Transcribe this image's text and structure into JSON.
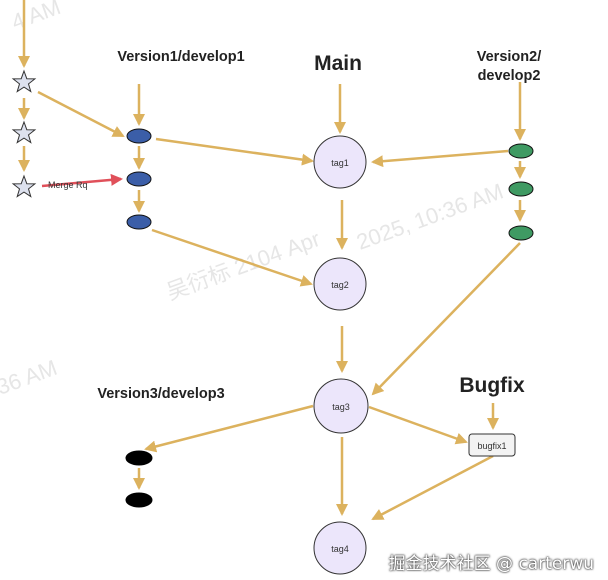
{
  "branches": {
    "version1": "Version1/develop1",
    "main": "Main",
    "version2_line1": "Version2/",
    "version2_line2": "develop2",
    "version3": "Version3/develop3",
    "bugfix": "Bugfix"
  },
  "tags": {
    "tag1": "tag1",
    "tag2": "tag2",
    "tag3": "tag3",
    "tag4": "tag4"
  },
  "bugfix_node": "bugfix1",
  "merge_label": "Merge Rq",
  "watermark": {
    "text1": "吴衍标 2104 Apr",
    "text2": "2025, 10:36 AM",
    "text3": "36 AM",
    "text4": "4 AM"
  },
  "footer": "掘金技术社区 @ carterwu",
  "colors": {
    "arrow": "#dcb25e",
    "merge_arrow": "#e0505a",
    "tag_fill": "#ece6fb",
    "version1_fill": "#3b5ea8",
    "version2_fill": "#3f9a63",
    "version3_fill": "#000000",
    "star_fill": "#dde1ee"
  }
}
